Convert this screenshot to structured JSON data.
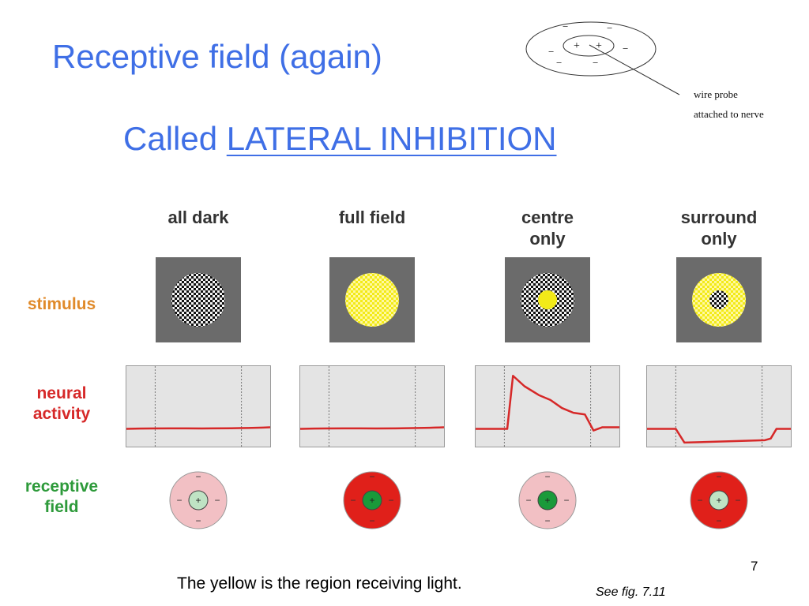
{
  "slide": {
    "title": "Receptive field (again)",
    "subtitle_prefix": "Called ",
    "subtitle_link": "LATERAL INHIBITION",
    "page_number": "7",
    "footer_note": "The yellow is the region receiving light.",
    "figure_ref": "See fig. 7.11"
  },
  "probe_diagram": {
    "label_line1": "wire probe",
    "label_line2": "attached to nerve",
    "center_signs": [
      "+",
      "+"
    ],
    "surround_signs": [
      "−",
      "−",
      "−",
      "−",
      "−",
      "−"
    ]
  },
  "figure": {
    "columns": [
      {
        "heading": [
          "all dark"
        ],
        "stimulus": "dark",
        "response": "baseline",
        "field": "inactive"
      },
      {
        "heading": [
          "full field"
        ],
        "stimulus": "full",
        "response": "baseline",
        "field": "active"
      },
      {
        "heading": [
          "centre",
          "only"
        ],
        "stimulus": "centre",
        "response": "excite",
        "field": "centre-active"
      },
      {
        "heading": [
          "surround",
          "only"
        ],
        "stimulus": "surround",
        "response": "inhibit",
        "field": "surround-active"
      }
    ],
    "row_labels": {
      "stimulus": [
        "stimulus"
      ],
      "neural_activity": [
        "neural",
        "activity"
      ],
      "receptive_field": [
        "receptive",
        "field"
      ]
    },
    "field_signs": {
      "centre": "+",
      "surround": "−"
    },
    "colors": {
      "stimulus_label": "#e08a2a",
      "activity_label": "#d62828",
      "field_label": "#2d9a3a",
      "title": "#3f6fe6",
      "light": "#f2ea18",
      "trace": "#d62828",
      "field_inactive_surround": "#f2c0c4",
      "field_active_surround": "#e0201a",
      "field_inactive_centre": "#bfe3c4",
      "field_active_centre": "#1a9a3a"
    }
  }
}
